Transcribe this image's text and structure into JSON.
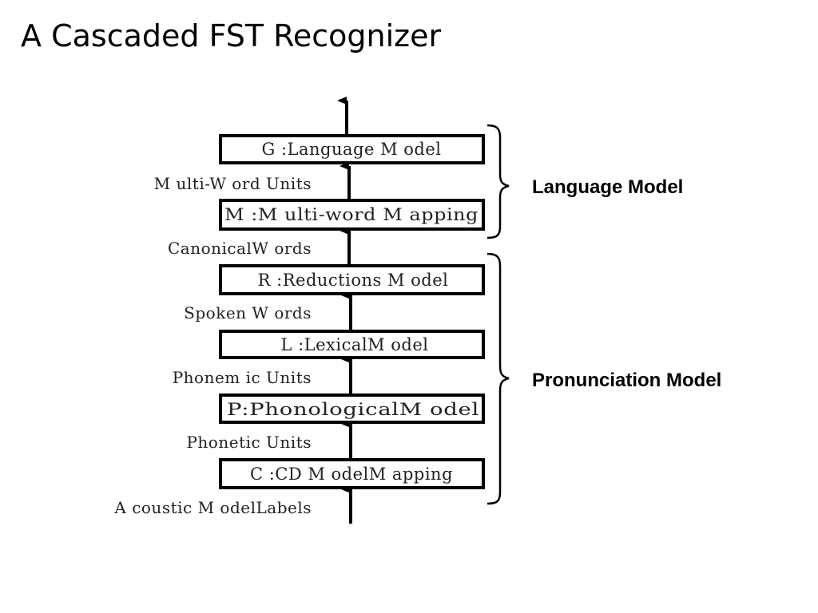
{
  "title": "A Cascaded FST Recognizer",
  "diagram": {
    "stages": [
      {
        "label": "G :Language M odel"
      },
      {
        "label": "M :M ulti-word M apping"
      },
      {
        "label": "R :Reductions M odel"
      },
      {
        "label": "L :LexicalM odel"
      },
      {
        "label": "P:PhonologicalM odel"
      },
      {
        "label": "C :CD M odelM apping"
      }
    ],
    "units": [
      {
        "label": "M ulti-W ord Units"
      },
      {
        "label": "CanonicalW ords"
      },
      {
        "label": "Spoken W ords"
      },
      {
        "label": "Phonem ic Units"
      },
      {
        "label": "Phonetic Units"
      },
      {
        "label": "A coustic M odelLabels"
      }
    ],
    "groups": [
      {
        "label": "Language Model"
      },
      {
        "label": "Pronunciation Model"
      }
    ]
  }
}
